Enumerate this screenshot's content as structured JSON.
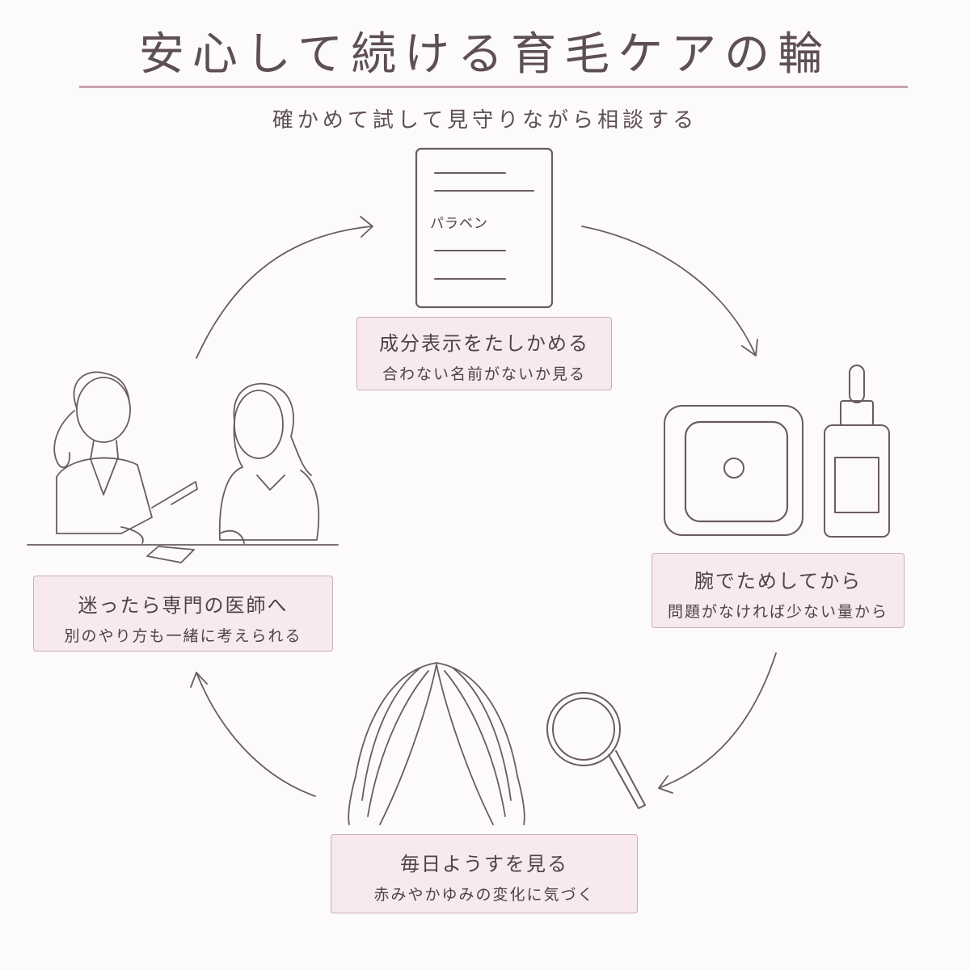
{
  "title": "安心して続ける育毛ケアの輪",
  "subtitle": "確かめて試して見守りながら相談する",
  "document_label": "パラベン",
  "steps": [
    {
      "title": "成分表示をたしかめる",
      "note": "合わない名前がないか見る"
    },
    {
      "title": "腕でためしてから",
      "note": "問題がなければ少ない量から"
    },
    {
      "title": "毎日ようすを見る",
      "note": "赤みやかゆみの変化に気づく"
    },
    {
      "title": "迷ったら専門の医師へ",
      "note": "別のやり方も一緒に考えられる"
    }
  ],
  "colors": {
    "background": "#fcfafb",
    "box_fill": "#f7e9ee",
    "box_border": "#cdaeb8",
    "rule": "#c9a4b1",
    "line_art": "#6a5c60"
  }
}
